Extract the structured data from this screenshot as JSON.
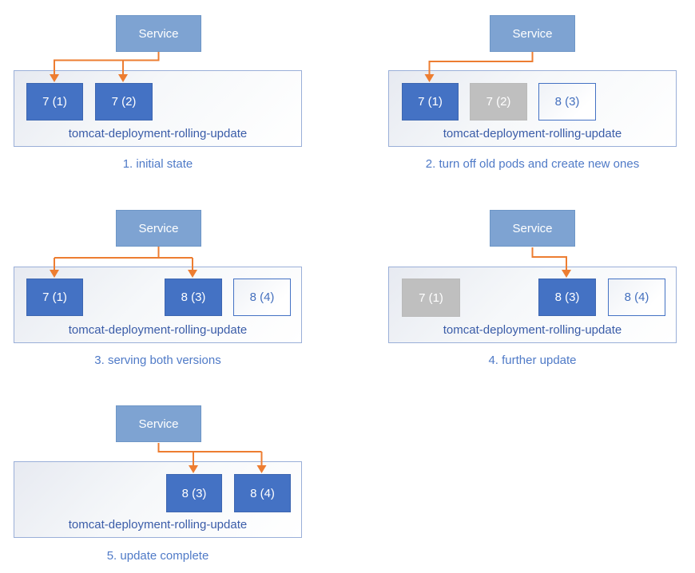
{
  "colors": {
    "pod_active_fill": "#4472C4",
    "pod_terminated_fill": "#BFBFBF",
    "pod_pending_border": "#4472C4",
    "service_fill": "#7EA3D2",
    "connector_orange": "#ED7D31",
    "caption_text": "#4F7AC7",
    "deployment_label_text": "#3A5CA8",
    "container_border": "#9AAFD8"
  },
  "panels": [
    {
      "service_label": "Service",
      "deployment_label": "tomcat-deployment-rolling-update",
      "caption": "1. initial state",
      "pods": [
        {
          "label": "7 (1)",
          "state": "active"
        },
        {
          "label": "7 (2)",
          "state": "active"
        }
      ]
    },
    {
      "service_label": "Service",
      "deployment_label": "tomcat-deployment-rolling-update",
      "caption": "2. turn off old pods and create new ones",
      "pods": [
        {
          "label": "7 (1)",
          "state": "active"
        },
        {
          "label": "7 (2)",
          "state": "terminated"
        },
        {
          "label": "8 (3)",
          "state": "pending"
        }
      ]
    },
    {
      "service_label": "Service",
      "deployment_label": "tomcat-deployment-rolling-update",
      "caption": "3. serving both versions",
      "pods": [
        {
          "label": "7 (1)",
          "state": "active"
        },
        {
          "label": "8 (3)",
          "state": "active"
        },
        {
          "label": "8 (4)",
          "state": "pending"
        }
      ]
    },
    {
      "service_label": "Service",
      "deployment_label": "tomcat-deployment-rolling-update",
      "caption": "4. further update",
      "pods": [
        {
          "label": "7 (1)",
          "state": "terminated"
        },
        {
          "label": "8 (3)",
          "state": "active"
        },
        {
          "label": "8 (4)",
          "state": "pending"
        }
      ]
    },
    {
      "service_label": "Service",
      "deployment_label": "tomcat-deployment-rolling-update",
      "caption": "5. update complete",
      "pods": [
        {
          "label": "8 (3)",
          "state": "active"
        },
        {
          "label": "8 (4)",
          "state": "active"
        }
      ]
    }
  ]
}
